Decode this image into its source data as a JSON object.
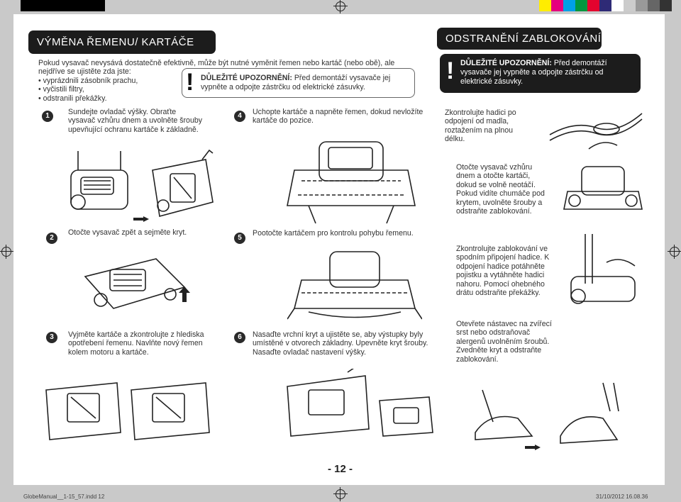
{
  "colors": {
    "accent": "#1c1c1c",
    "swatches_left": [
      "#000000",
      "#000000",
      "#000000",
      "#000000",
      "#000000",
      "#000000"
    ],
    "swatches_right": [
      "#ffed00",
      "#e6007e",
      "#00a0e6",
      "#00963f",
      "#e4032e",
      "#2e2a76",
      "#ffffff",
      "#cccccc",
      "#999999",
      "#666666",
      "#333333"
    ]
  },
  "left_header": {
    "title": "VÝMĚNA ŘEMENU/ KARTÁČE"
  },
  "intro": {
    "line1": "Pokud vysavač nevysává dostatečně efektivně, může být nutné vyměnit řemen nebo kartáč (nebo obě), ale",
    "line2": "nejdříve se ujistěte zda jste:",
    "bullet1": "• vyprázdnili zásobník prachu,",
    "bullet2": "• vyčistili filtry,",
    "bullet3": "• odstranili překážky."
  },
  "warning_left": {
    "mark": "!",
    "title": "DŮLEŽITÉ UPOZORNĚNÍ:",
    "rest1": " Před demontáží vysavače jej",
    "line2": "vypněte a odpojte zástrčku od elektrické zásuvky."
  },
  "right_header": {
    "title": "ODSTRANĚNÍ ZABLOKOVÁNÍ"
  },
  "warning_right": {
    "mark": "!",
    "title": "DŮLEŽITÉ UPOZORNĚNÍ:",
    "rest1": " Před demontáží",
    "line2": "vysavače jej vypněte a odpojte zástrčku od",
    "line3": "elektrické zásuvky."
  },
  "steps": [
    {
      "num": "1",
      "lines": [
        "Sundejte ovladač výšky. Obraťte",
        "vysavač vzhůru dnem a uvolněte šrouby",
        "upevňující ochranu kartáče k základně."
      ]
    },
    {
      "num": "2",
      "lines": [
        "Otočte vysavač zpět a sejměte kryt."
      ]
    },
    {
      "num": "3",
      "lines": [
        "Vyjměte kartáče a zkontrolujte z hlediska",
        "opotřebení řemenu. Navlňte nový řemen",
        "kolem motoru a kartáče."
      ]
    },
    {
      "num": "4",
      "lines": [
        "Uchopte kartáče a napněte řemen, dokud nevložíte",
        "kartáče do pozice."
      ]
    },
    {
      "num": "5",
      "lines": [
        "Pootočte kartáčem pro kontrolu pohybu řemenu."
      ]
    },
    {
      "num": "6",
      "lines": [
        "Nasaďte vrchní kryt a ujistěte se, aby výstupky byly",
        "umístěné v otvorech základny. Upevněte kryt šrouby.",
        "Nasaďte ovladač nastavení výšky."
      ]
    }
  ],
  "right_col": [
    {
      "lines": [
        "Zkontrolujte hadici po",
        "odpojení od madla,",
        "roztažením na plnou",
        "délku."
      ]
    },
    {
      "lines": [
        "Otočte vysavač vzhůru",
        "dnem a otočte kartáči,",
        "dokud se volně neotáčí.",
        "Pokud vidíte chumáče pod",
        "krytem, uvolněte šrouby a",
        "odstraňte zablokování."
      ]
    },
    {
      "lines": [
        "Zkontrolujte zablokování ve",
        "spodním připojení hadice. K",
        "odpojení hadice potáhněte",
        "pojistku a vytáhněte hadici",
        "nahoru. Pomocí ohebného",
        "drátu odstraňte překážky."
      ]
    },
    {
      "lines": [
        "Otevřete nástavec na zvířecí",
        "srst nebo odstraňovač",
        "alergenů uvolněním šroubů.",
        "Zvedněte kryt a odstraňte",
        "zablokování."
      ]
    }
  ],
  "page_number": "- 12 -",
  "slug": {
    "file": "GlobeManual__1-15_57.indd   12",
    "date": "31/10/2012   16.08.36"
  }
}
